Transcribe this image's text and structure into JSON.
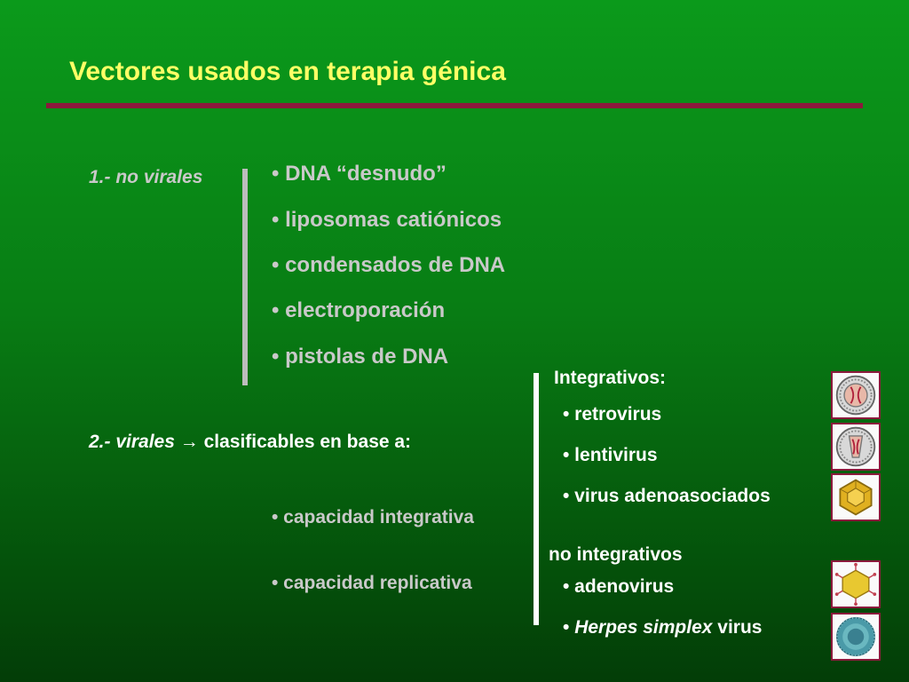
{
  "title": "Vectores usados en terapia génica",
  "section1": {
    "label": "1.- no virales",
    "items": [
      "• DNA “desnudo”",
      "• liposomas catiónicos",
      "• condensados de DNA",
      "• electroporación",
      "• pistolas de DNA"
    ]
  },
  "section2": {
    "label_italic": "2.- virales",
    "arrow": "→",
    "label_rest": "clasificables en base a:",
    "criteria": [
      "• capacidad integrativa",
      "• capacidad replicativa"
    ]
  },
  "integrativos": {
    "heading": "Integrativos:",
    "items": [
      "• retrovirus",
      "• lentivirus",
      "• virus adenoasociados"
    ]
  },
  "no_integrativos": {
    "heading": "no integrativos",
    "items": [
      "• adenovirus"
    ],
    "herpes_bullet": "• ",
    "herpes_italic": "Herpes simplex",
    "herpes_rest": " virus"
  },
  "colors": {
    "title": "#ffff66",
    "rule": "#8b1a3c",
    "gray_text": "#c9c9c9",
    "white_text": "#ffffff"
  },
  "icons": [
    "retrovirus-icon",
    "lentivirus-icon",
    "aav-icon",
    "adenovirus-icon",
    "herpes-virus-icon"
  ]
}
